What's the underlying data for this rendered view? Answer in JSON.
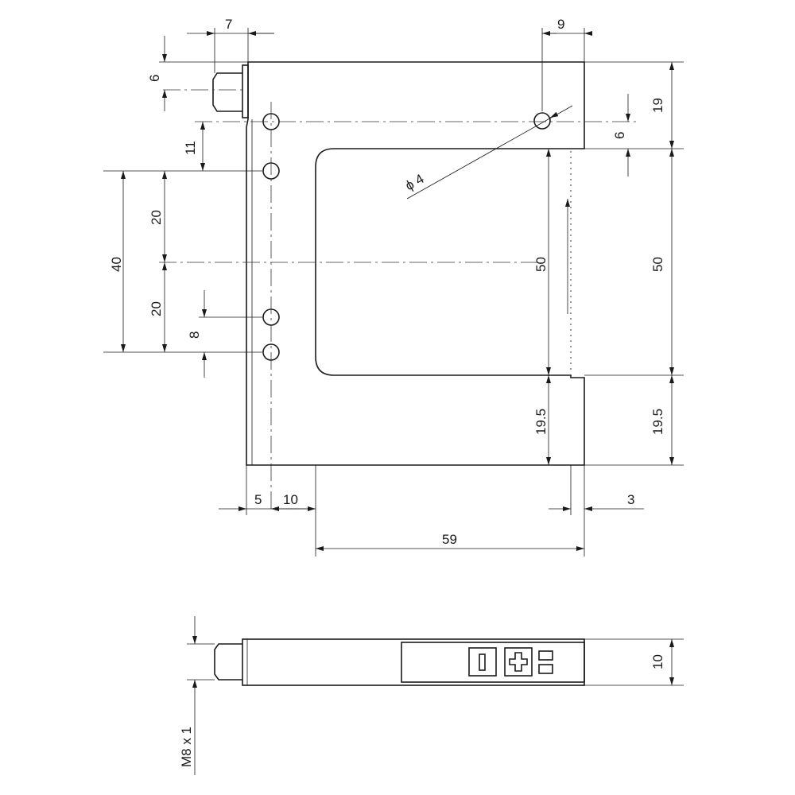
{
  "drawing": {
    "front_view": {
      "dimensions": {
        "connector_length": "7",
        "hole_offset_right": "9",
        "connector_axis": "6",
        "hole_spacing_top": "11",
        "hole_group": "40",
        "half_upper": "20",
        "half_lower": "20",
        "hole_spacing_bottom": "8",
        "slot_depth_inner": "50",
        "arm_lower_inner": "19.5",
        "arm_upper_outer": "19",
        "hole_to_slot": "6",
        "slot_depth_outer": "50",
        "arm_lower_outer": "19.5",
        "edge_to_hole": "5",
        "hole_to_slot_edge": "10",
        "axis_offset": "3",
        "slot_width": "59",
        "hole_diameter": "ϕ 4"
      }
    },
    "side_view": {
      "dimensions": {
        "thickness": "10",
        "thread": "M8 x 1"
      },
      "controls": [
        "minus-button",
        "plus-button",
        "led-indicators"
      ]
    },
    "colors": {
      "line": "#1a1a1a",
      "background": "#ffffff"
    }
  }
}
